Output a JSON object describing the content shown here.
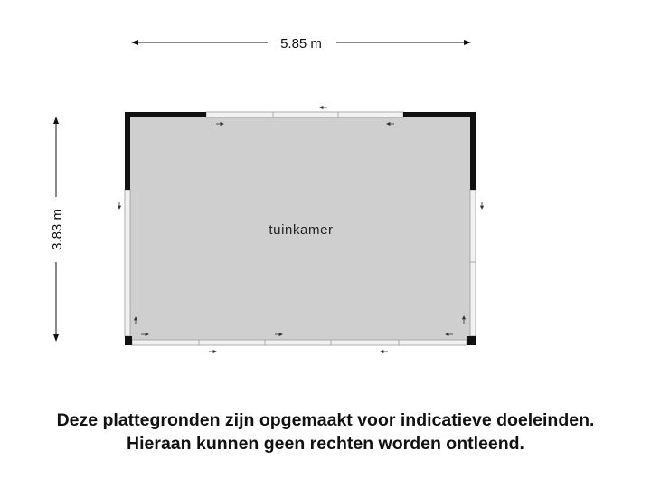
{
  "floorplan": {
    "width_label": "5.85 m",
    "height_label": "3.83 m",
    "room_label": "tuinkamer",
    "colors": {
      "room_fill": "#cfcfd0",
      "wall": "#111111",
      "window": "#9a9a9a",
      "dimension": "#111111"
    },
    "door_arrows": {
      "left": "arrow-down-icon",
      "right": "arrow-down-icon",
      "top": "arrow-left-icon",
      "bottom": "arrow-right-icon"
    }
  },
  "disclaimer": {
    "line1": "Deze plattegronden zijn opgemaakt voor indicatieve doeleinden.",
    "line2": "Hieraan kunnen geen rechten worden ontleend."
  }
}
